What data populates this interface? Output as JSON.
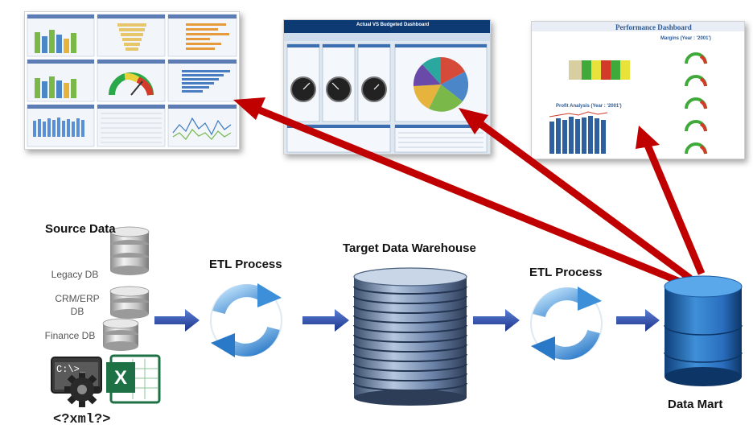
{
  "labels": {
    "source_data": "Source Data",
    "legacy_db": "Legacy DB",
    "crm_erp_db_line1": "CRM/ERP",
    "crm_erp_db_line2": "DB",
    "finance_db": "Finance  DB",
    "etl_process_1": "ETL Process",
    "target_dw": "Target Data Warehouse",
    "etl_process_2": "ETL Process",
    "data_mart": "Data Mart",
    "xml": "<?xml?>",
    "cmd_prompt": "C:\\>_"
  },
  "dashboards": {
    "actual_vs_budget_title": "Actual VS Budgeted Dashboard",
    "performance_title": "Performance Dashboard",
    "margins_title": "Margins (Year : '2001')",
    "profit_title": "Profit Analysis (Year : '2001')"
  },
  "colors": {
    "arrow_red": "#c00000",
    "flow_arrow_blue": "#1f3f9a",
    "cylinder_blue": "#2e74b5",
    "excel_green": "#1e7145"
  },
  "icons": [
    "database-icon",
    "refresh-cycle-icon",
    "excel-icon",
    "command-prompt-icon",
    "gear-icon"
  ]
}
